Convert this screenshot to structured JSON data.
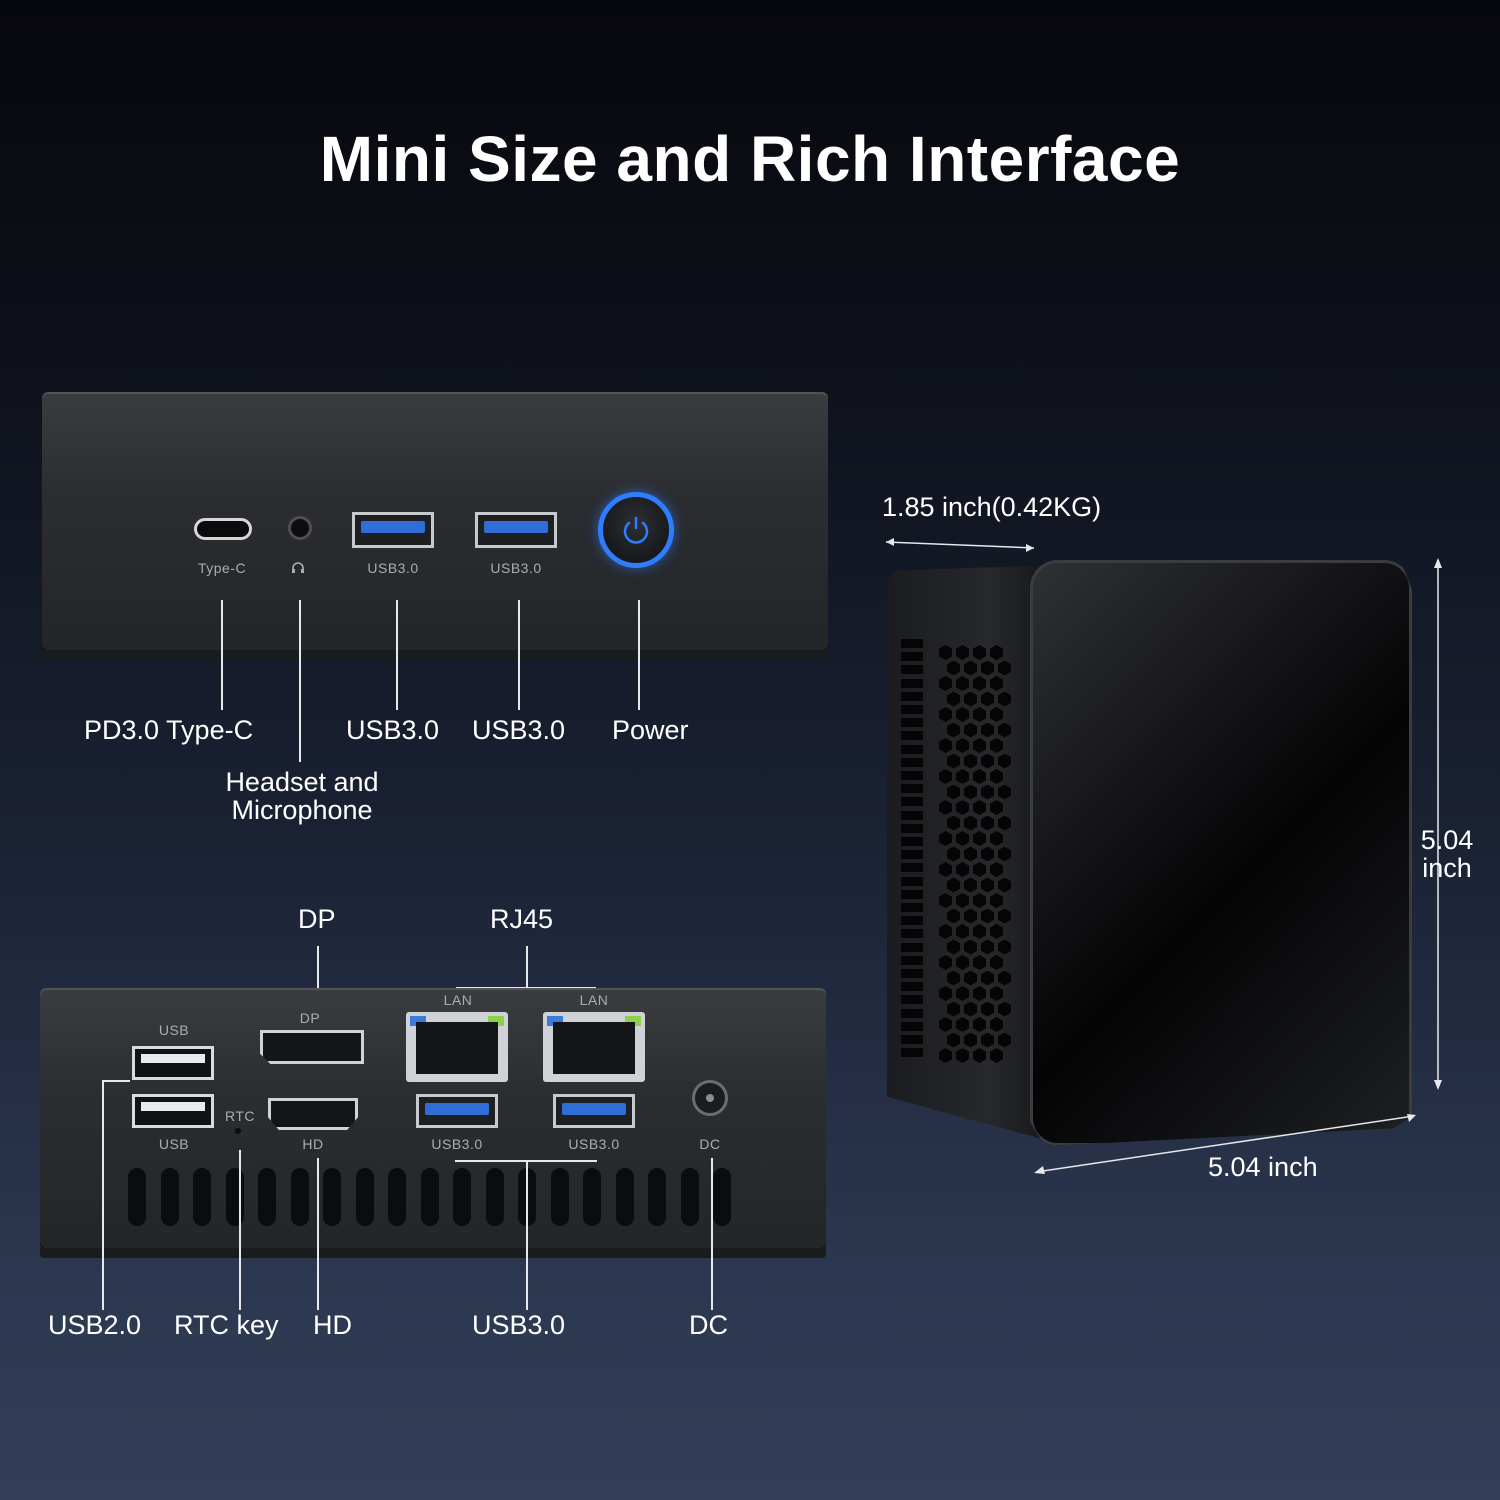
{
  "title": "Mini Size and Rich Interface",
  "front_panel": {
    "port_labels": {
      "typec": "Type-C",
      "usb3_a": "USB3.0",
      "usb3_b": "USB3.0"
    },
    "callouts": {
      "typec": "PD3.0 Type-C",
      "headset_line1": "Headset and",
      "headset_line2": "Microphone",
      "usb3_a": "USB3.0",
      "usb3_b": "USB3.0",
      "power": "Power"
    }
  },
  "rear_panel": {
    "port_labels": {
      "usb_top": "USB",
      "usb_bottom": "USB",
      "dp": "DP",
      "rtc": "RTC",
      "hd": "HD",
      "lan_a": "LAN",
      "lan_b": "LAN",
      "usb3_a": "USB3.0",
      "usb3_b": "USB3.0",
      "dc": "DC"
    },
    "callouts": {
      "dp": "DP",
      "rj45": "RJ45",
      "usb2": "USB2.0",
      "rtc_key": "RTC key",
      "hd": "HD",
      "usb3": "USB3.0",
      "dc": "DC"
    }
  },
  "dimensions": {
    "height": "1.85 inch(0.42KG)",
    "depth_value": "5.04",
    "depth_unit": "inch",
    "width": "5.04 inch"
  },
  "colors": {
    "power_ring": "#2e7dff",
    "usb3_tongue": "#2f6ed6",
    "lan_led_blue": "#3a7cd8",
    "lan_led_green": "#8bd24a"
  },
  "icons": [
    "headset-icon",
    "power-icon"
  ]
}
